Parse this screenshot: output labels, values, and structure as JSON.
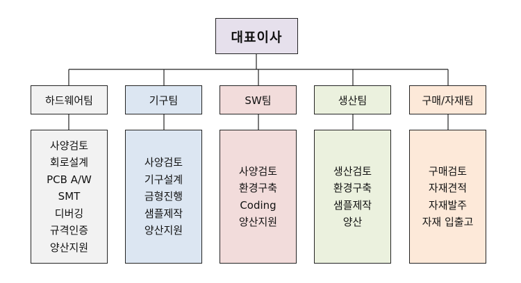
{
  "ceo": {
    "label": "대표이사"
  },
  "teams": [
    {
      "name": "하드웨어팀",
      "color": "#f2f2f2",
      "tasks": [
        "사양검토",
        "회로설계",
        "PCB A/W",
        "SMT",
        "디버깅",
        "규격인증",
        "양산지원"
      ]
    },
    {
      "name": "기구팀",
      "color": "#dce6f2",
      "tasks": [
        "사양검토",
        "기구설계",
        "금형진행",
        "샘플제작",
        "양산지원"
      ]
    },
    {
      "name": "SW팀",
      "color": "#f2dcdb",
      "tasks": [
        "사양검토",
        "환경구축",
        "Coding",
        "양산지원"
      ]
    },
    {
      "name": "생산팀",
      "color": "#ebf1de",
      "tasks": [
        "생산검토",
        "환경구축",
        "샘플제작",
        "양산"
      ]
    },
    {
      "name": "구매/자재팀",
      "color": "#fde9d9",
      "tasks": [
        "구매검토",
        "자재견적",
        "자재발주",
        "자재 입출고"
      ]
    }
  ]
}
